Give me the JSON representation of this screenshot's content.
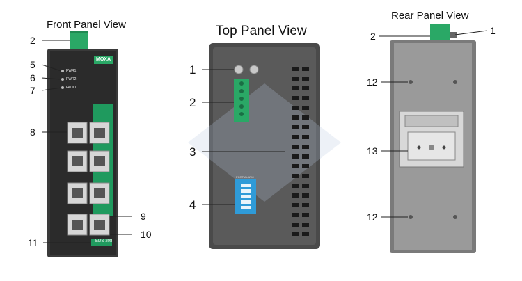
{
  "titles": {
    "front": "Front Panel View",
    "top": "Top Panel View",
    "rear": "Rear Panel View"
  },
  "front_panel": {
    "brand_logo": "MOXA",
    "leds": [
      "PWR1",
      "PWR2",
      "FAULT"
    ],
    "model": "EDS-208",
    "callouts": [
      "2",
      "5",
      "6",
      "7",
      "8",
      "9",
      "10",
      "11"
    ]
  },
  "top_panel": {
    "dip_label": "PORT ALARM",
    "callouts": [
      "1",
      "2",
      "3",
      "4"
    ]
  },
  "rear_panel": {
    "callouts": [
      "2",
      "1",
      "12",
      "13",
      "12"
    ]
  },
  "colors": {
    "device_body": "#3a3a3a",
    "terminal_green": "#2aa866",
    "dip_blue": "#2f9bd8",
    "din_rail": "#d8d8d8"
  }
}
